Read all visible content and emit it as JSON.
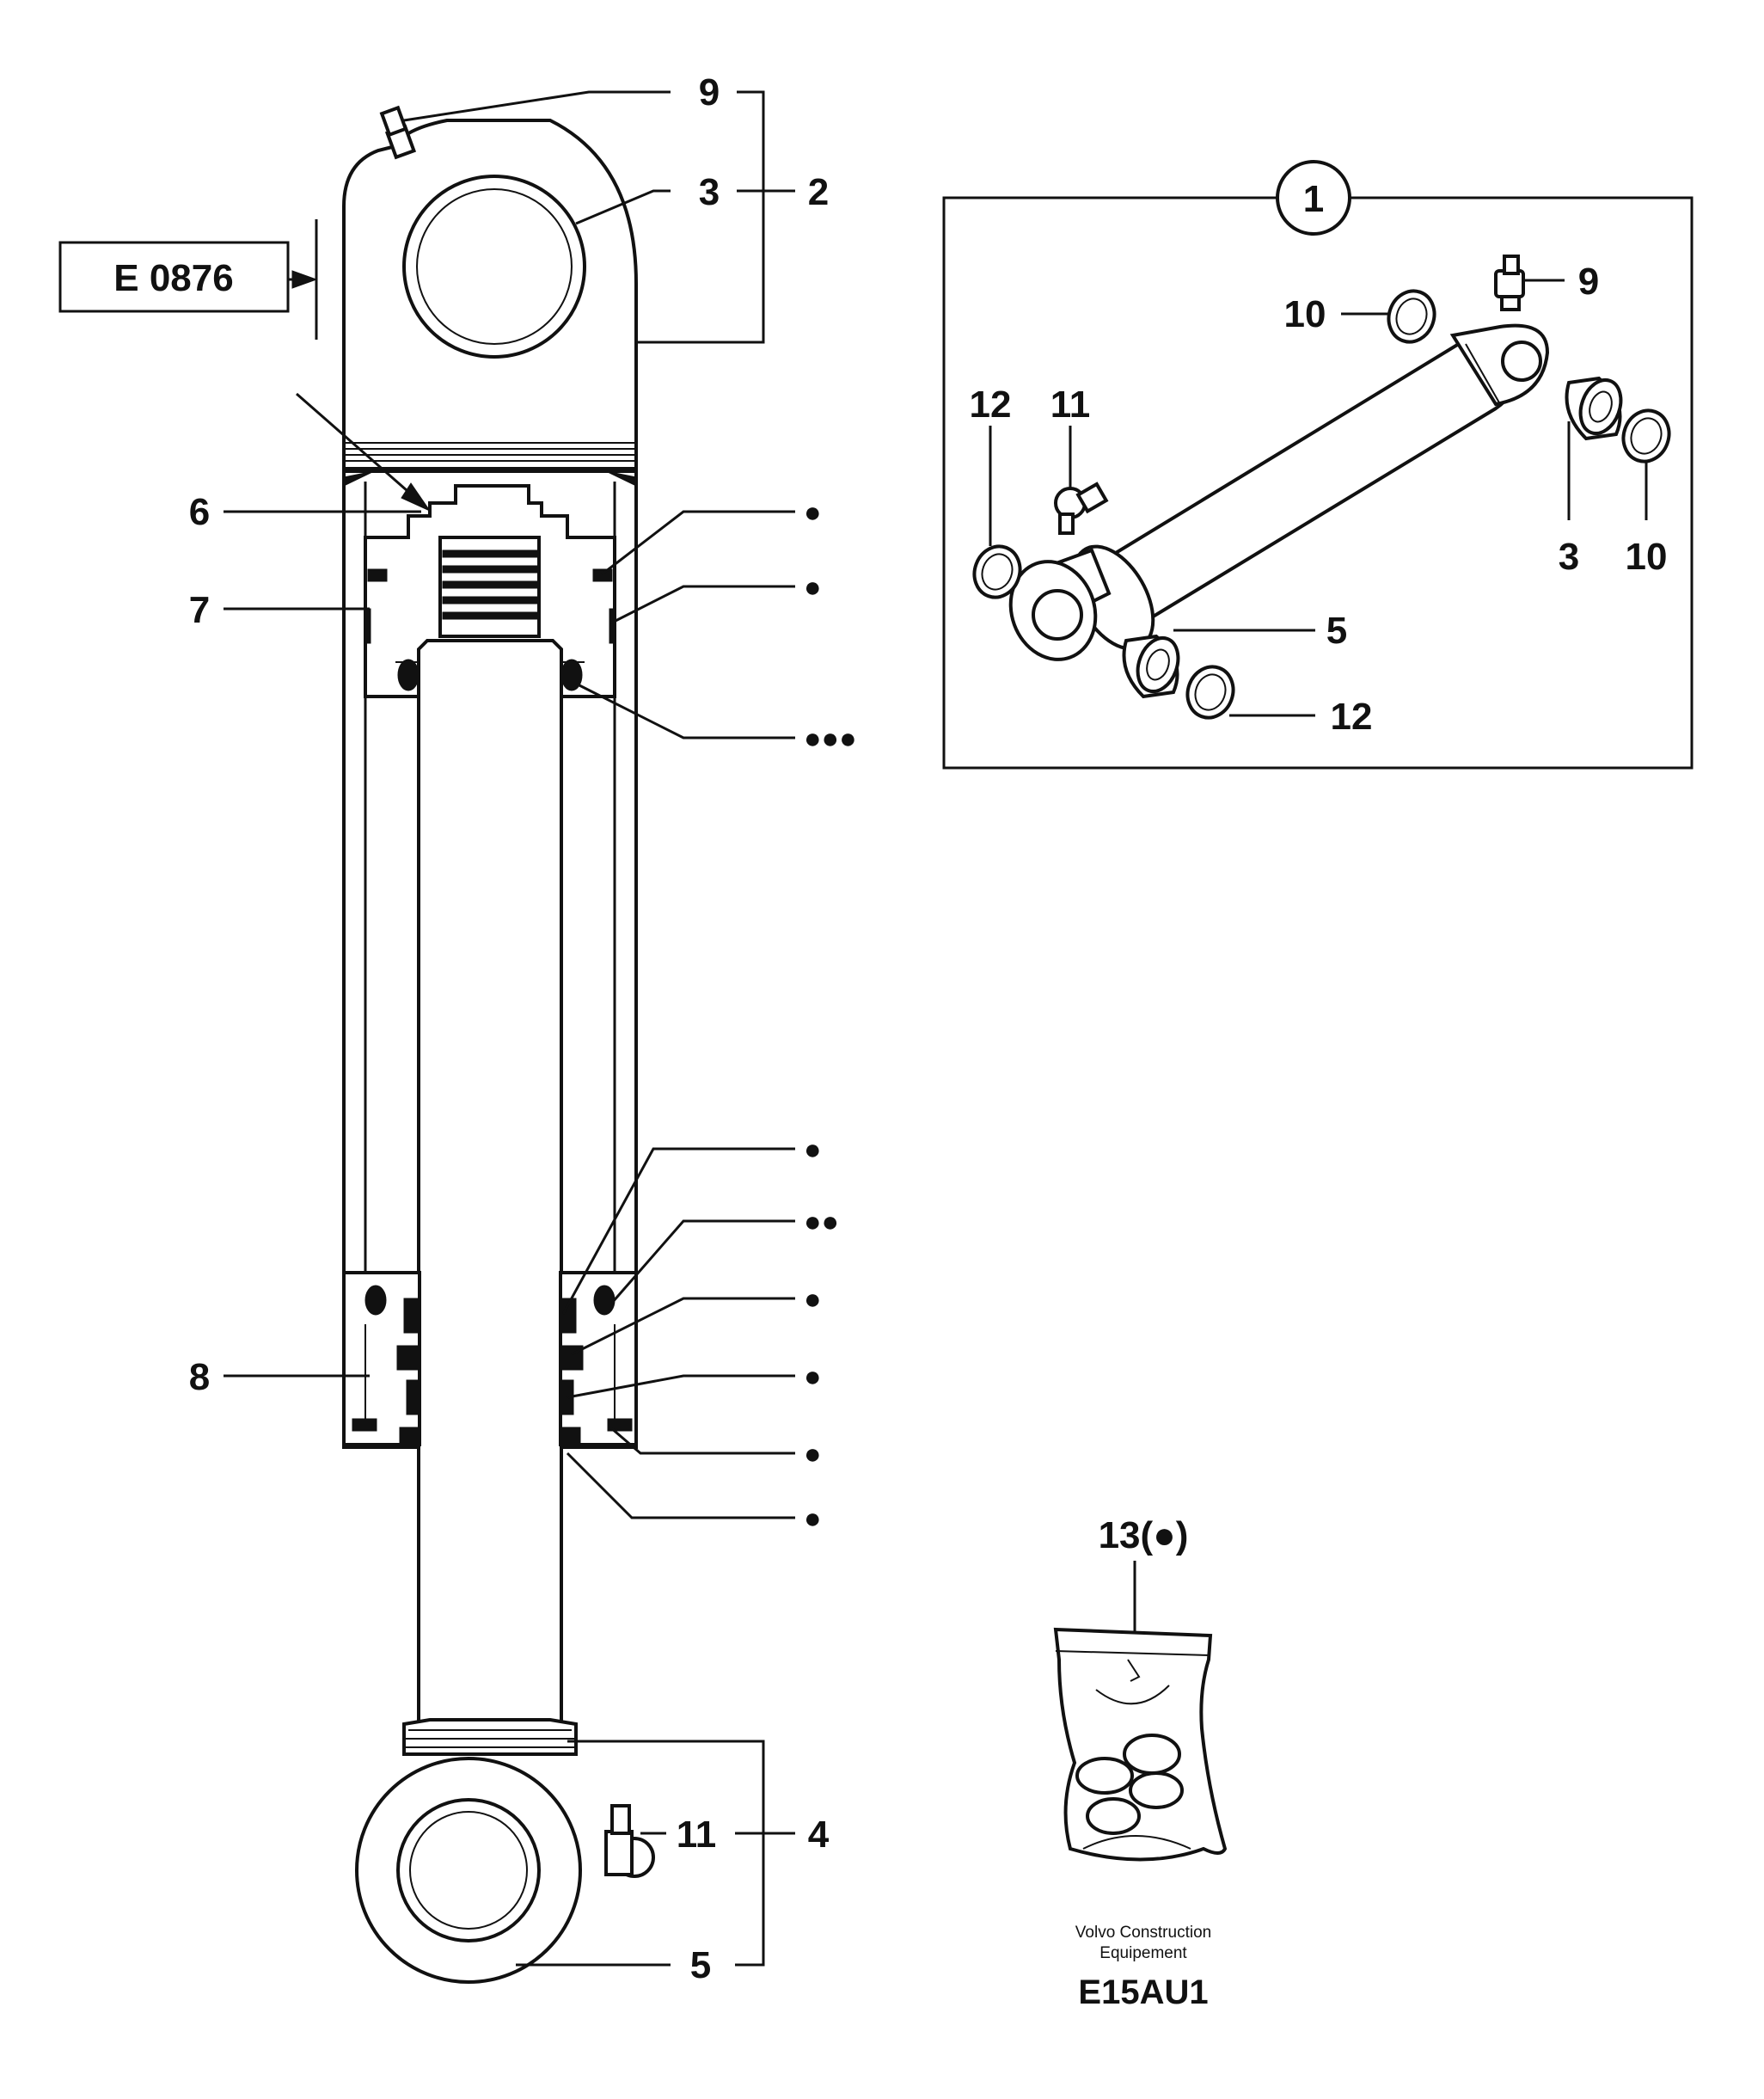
{
  "document_code": "E 0876",
  "figure_id": "E15AU1",
  "brand": {
    "line1": "Volvo Construction",
    "line2": "Equipement"
  },
  "labels": {
    "p1": "1",
    "p2": "2",
    "p3": "3",
    "p4": "4",
    "p5": "5",
    "p6": "6",
    "p7": "7",
    "p8": "8",
    "p9": "9",
    "p10": "10",
    "p11": "11",
    "p12": "12",
    "kit": "13(●)"
  },
  "seal_markers": {
    "single": "●",
    "double": "●●",
    "triple": "●●●"
  }
}
